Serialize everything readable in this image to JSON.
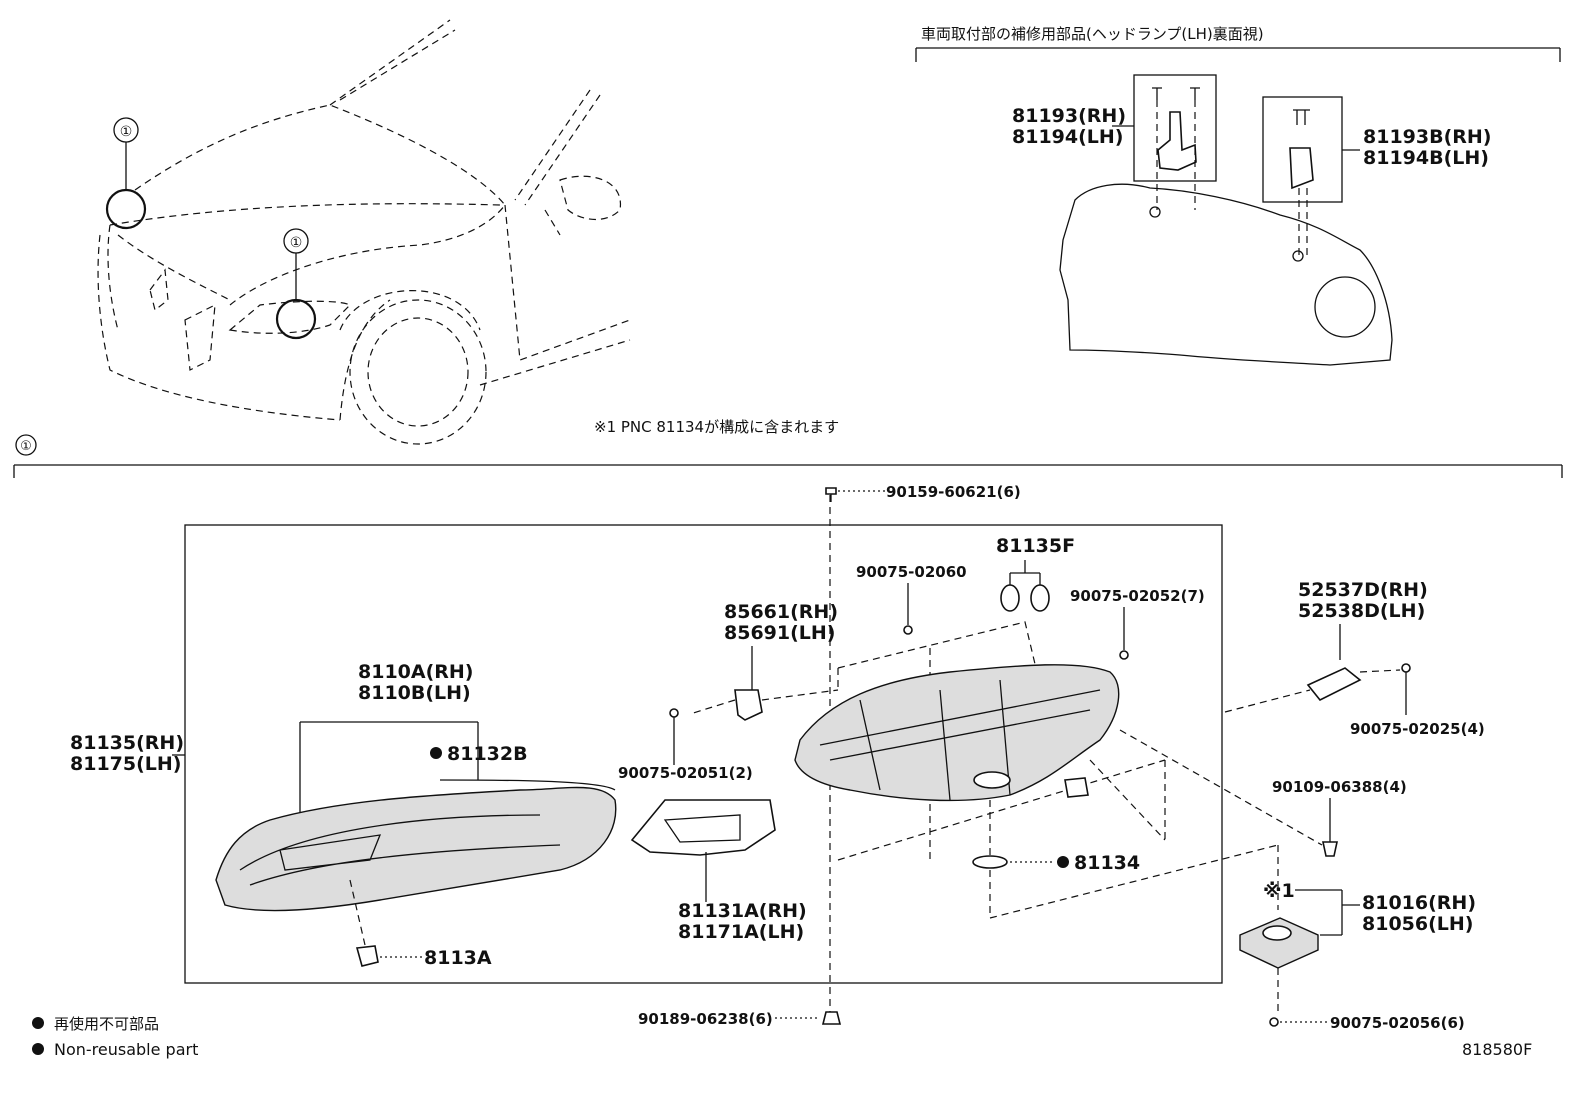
{
  "header": {
    "top_right_caption": "車両取付部の補修用部品(ヘッドランプ(LH)裏面視)",
    "note": "※1 PNC 81134が構成に含まれます",
    "section_marker": "①",
    "callout_1": "①",
    "callout_2": "①"
  },
  "top_right_parts": {
    "bracket_a_rh": "81193(RH)",
    "bracket_a_lh": "81194(LH)",
    "bracket_b_rh": "81193B(RH)",
    "bracket_b_lh": "81194B(LH)"
  },
  "parts": {
    "p90159": "90159-60621(6)",
    "p81135F": "81135F",
    "p90075_02060": "90075-02060",
    "p90075_02052": "90075-02052(7)",
    "p52537D": "52537D(RH)",
    "p52538D": "52538D(LH)",
    "p85661": "85661(RH)",
    "p85691": "85691(LH)",
    "p8110A": "8110A(RH)",
    "p8110B": "8110B(LH)",
    "p81132B": "81132B",
    "p81135": "81135(RH)",
    "p81175": "81175(LH)",
    "p90075_02051": "90075-02051(2)",
    "p90075_02025": "90075-02025(4)",
    "p90109": "90109-06388(4)",
    "p81134": "81134",
    "p81016_mark": "※1",
    "p81016": "81016(RH)",
    "p81056": "81056(LH)",
    "p81131A": "81131A(RH)",
    "p81171A": "81171A(LH)",
    "p8113A": "8113A",
    "p90189": "90189-06238(6)",
    "p90075_02056": "90075-02056(6)"
  },
  "legend": {
    "non_reusable_jp": "再使用不可部品",
    "non_reusable_en": "Non-reusable part"
  },
  "footer": {
    "figure_id": "818580F"
  }
}
